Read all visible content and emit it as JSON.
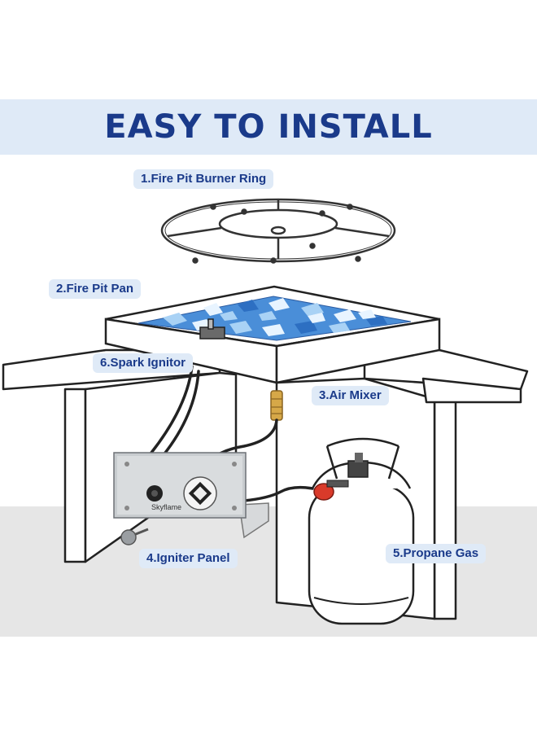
{
  "header": {
    "title": "EASY TO INSTALL"
  },
  "labels": {
    "burner_ring": "1.Fire Pit Burner Ring",
    "pan": "2.Fire Pit Pan",
    "air_mixer": "3.Air Mixer",
    "igniter_panel": "4.Igniter Panel",
    "propane": "5.Propane Gas",
    "spark_ignitor": "6.Spark Ignitor"
  },
  "panel": {
    "brand": "Skyflame"
  },
  "colors": {
    "title": "#1a3a8a",
    "label_bg": "#dfeaf7",
    "band_bg": "#dfeaf7",
    "ground": "#e6e6e6",
    "glass_blue": "#4a8ed8",
    "steel": "#c8cccf",
    "valve_red": "#d93a2a",
    "brass": "#d6a848"
  }
}
